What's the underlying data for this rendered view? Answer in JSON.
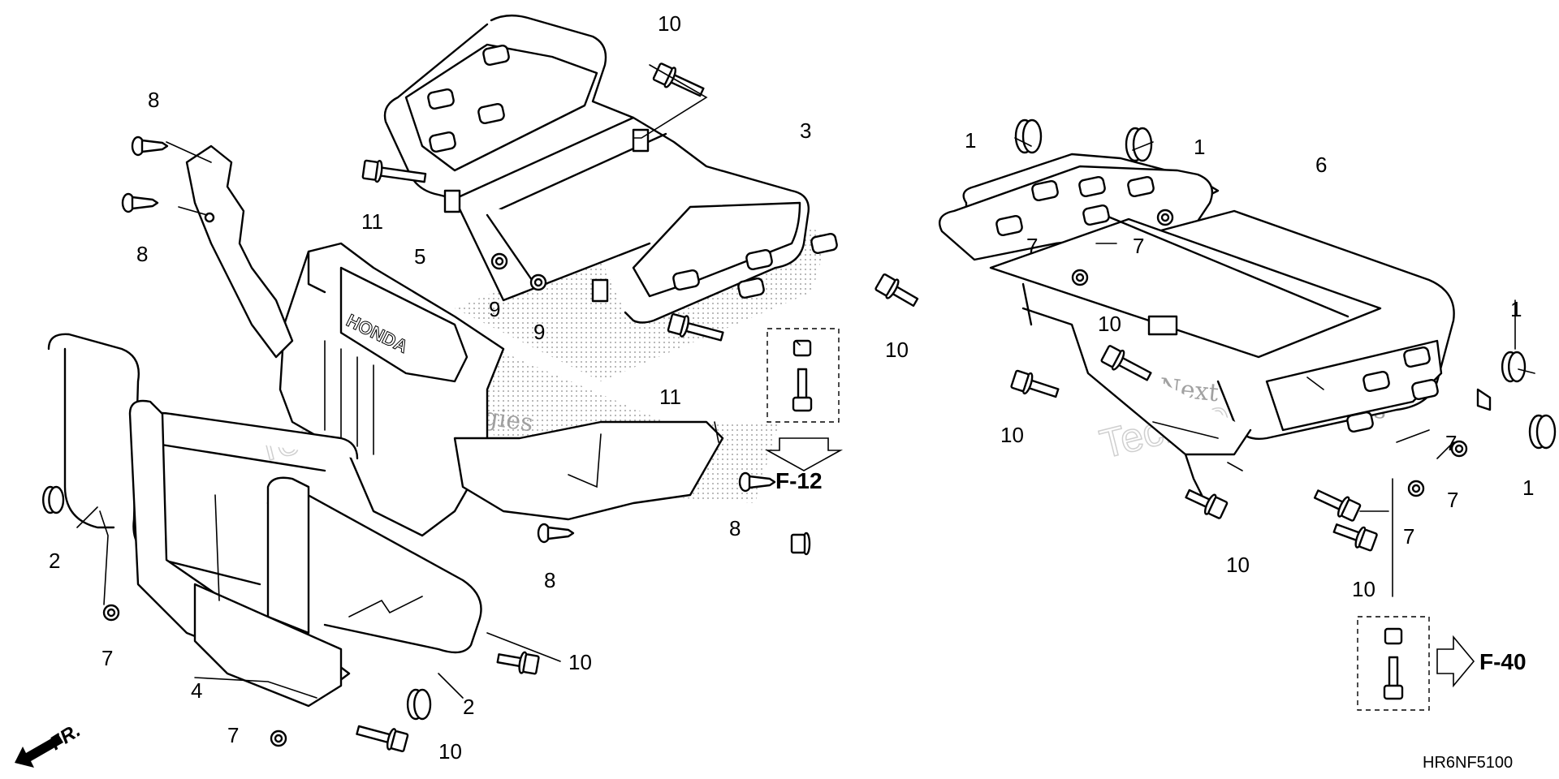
{
  "diagram": {
    "code": "HR6NF5100",
    "references": {
      "f12": "F-12",
      "f40": "F-40",
      "front": "FR."
    },
    "watermark": {
      "brand_line": "vNext Technologies",
      "big_word_1": "vNext",
      "big_word_2": "Technologies"
    },
    "emblem_text": "HONDA",
    "callouts": {
      "c1a": "1",
      "c1b": "1",
      "c1c": "1",
      "c1d": "1",
      "c2a": "2",
      "c2b": "2",
      "c3": "3",
      "c4": "4",
      "c5": "5",
      "c6": "6",
      "c7a": "7",
      "c7b": "7",
      "c7c": "7",
      "c7d": "7",
      "c7e": "7",
      "c7f": "7",
      "c7g": "7",
      "c8a": "8",
      "c8b": "8",
      "c8c": "8",
      "c8d": "8",
      "c9a": "9",
      "c9b": "9",
      "c10a": "10",
      "c10b": "10",
      "c10c": "10",
      "c10d": "10",
      "c10e": "10",
      "c10f": "10",
      "c10g": "10",
      "c10h": "10",
      "c11a": "11",
      "c11b": "11"
    }
  }
}
